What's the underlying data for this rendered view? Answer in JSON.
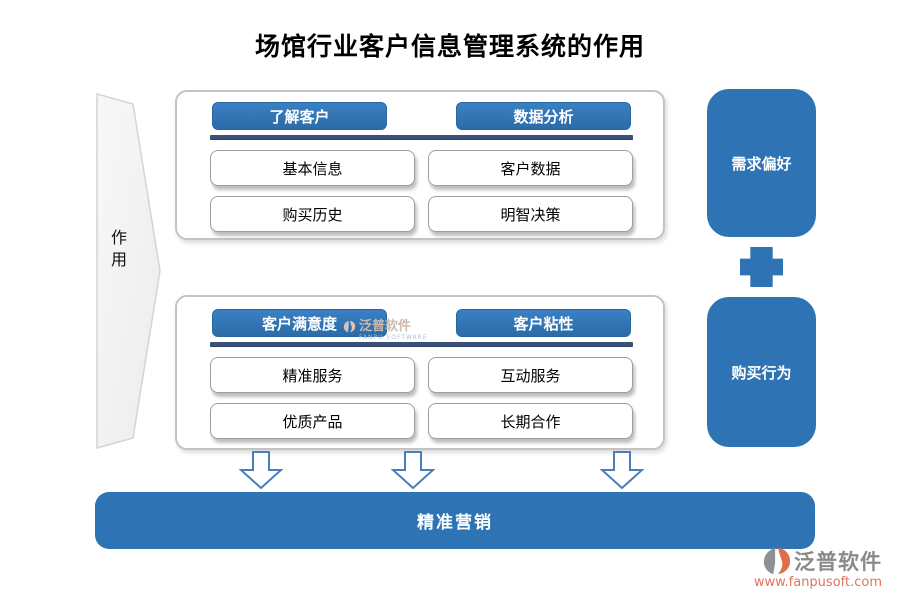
{
  "title": "场馆行业客户信息管理系统的作用",
  "left_banner": {
    "label": "作用"
  },
  "groups": [
    {
      "columns": [
        {
          "header": "了解客户",
          "items": [
            "基本信息",
            "购买历史"
          ]
        },
        {
          "header": "数据分析",
          "items": [
            "客户数据",
            "明智决策"
          ]
        }
      ]
    },
    {
      "columns": [
        {
          "header": "客户满意度",
          "items": [
            "精准服务",
            "优质产品"
          ]
        },
        {
          "header": "客户粘性",
          "items": [
            "互动服务",
            "长期合作"
          ]
        }
      ]
    }
  ],
  "side": {
    "top": "需求偏好",
    "bottom": "购买行为"
  },
  "bottom_bar": {
    "label": "精准营销"
  },
  "watermark": {
    "name": "泛普软件",
    "sub": "FANPU SOFTWARE"
  },
  "branding": {
    "name": "泛普软件",
    "url": "www.fanpusoft.com"
  },
  "colors": {
    "primary_blue": "#2e74b5",
    "divider_navy": "#3b5179",
    "arrow_outline": "#4a7dbd",
    "panel_border": "#c3c3c3",
    "item_border": "#9f9f9f",
    "banner_fill": "#f2f2f2",
    "title_color": "#000000",
    "brand_gray": "#8a8a8a",
    "brand_orange": "#de6e48",
    "url_color": "#e0735c"
  }
}
